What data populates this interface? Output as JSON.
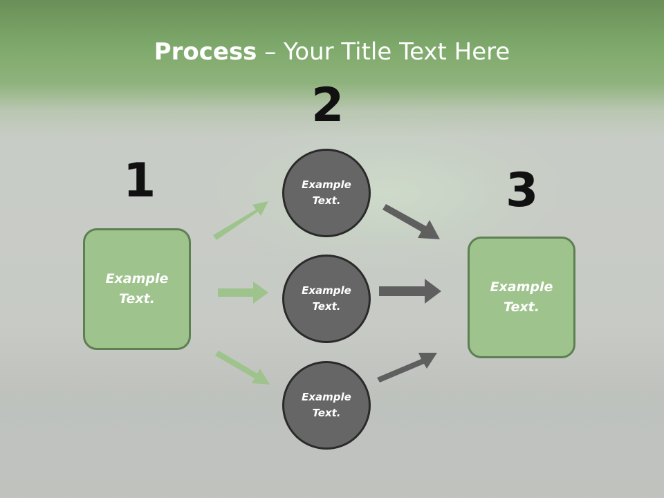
{
  "title": {
    "bold": "Process",
    "rest": " – Your Title Text Here"
  },
  "numbers": [
    "1",
    "2",
    "3"
  ],
  "left_box": {
    "text": "Example\nText."
  },
  "right_box": {
    "text": "Example\nText."
  },
  "circles": [
    {
      "text": "Example\nText."
    },
    {
      "text": "Example\nText."
    },
    {
      "text": "Example\nText."
    }
  ],
  "colors": {
    "green_box": "#9ec38c",
    "green_arrow": "#9ec38c",
    "gray_circle": "#666666",
    "gray_arrow": "#5f5f5f"
  }
}
